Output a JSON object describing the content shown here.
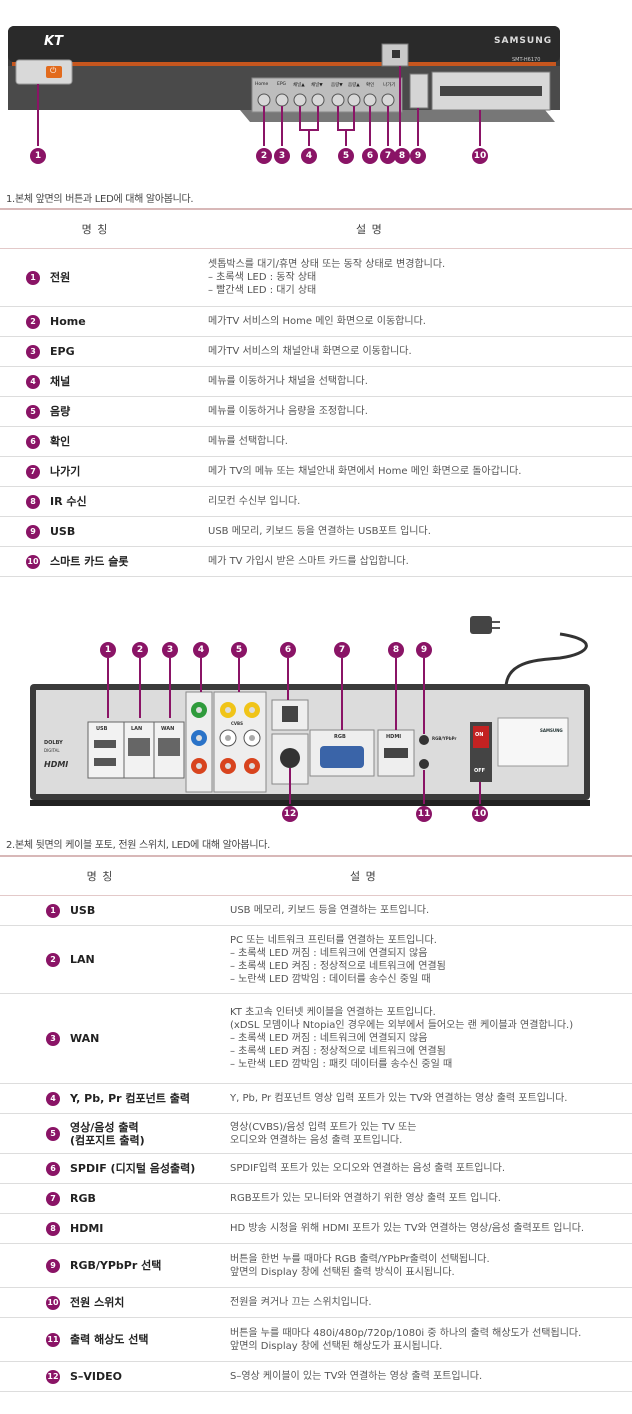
{
  "front": {
    "brand_left": "KT",
    "brand_right": "SAMSUNG",
    "model": "SMT-H6170",
    "buttons": [
      "Home",
      "EPG",
      "채널▲",
      "채널▼",
      "음량▼",
      "음량▲",
      "확인",
      "나가기"
    ],
    "markers": [
      "1",
      "2",
      "3",
      "4",
      "5",
      "6",
      "7",
      "8",
      "9",
      "10"
    ],
    "caption": "1.본체 앞면의 버튼과 LED에 대해 알아봅니다.",
    "header": {
      "name": "명 칭",
      "desc": "설 명"
    },
    "rows": [
      {
        "num": "1",
        "name": "전원",
        "desc": [
          "셋톱박스를 대기/휴면 상태 또는 동작 상태로 변경합니다.",
          "– 초록색 LED : 동작 상태",
          "– 빨간색 LED : 대기 상태"
        ]
      },
      {
        "num": "2",
        "name": "Home",
        "desc": [
          "메가TV 서비스의 Home 메인 화면으로 이동합니다."
        ]
      },
      {
        "num": "3",
        "name": "EPG",
        "desc": [
          "메가TV 서비스의 채널안내 화면으로 이동합니다."
        ]
      },
      {
        "num": "4",
        "name": "채널",
        "desc": [
          "메뉴를 이동하거나 채널을 선택합니다."
        ]
      },
      {
        "num": "5",
        "name": "음량",
        "desc": [
          "메뉴를 이동하거나 음량을 조정합니다."
        ]
      },
      {
        "num": "6",
        "name": "확인",
        "desc": [
          "메뉴를 선택합니다."
        ]
      },
      {
        "num": "7",
        "name": "나가기",
        "desc": [
          "메가 TV의 메뉴 또는 채널안내 화면에서 Home 메인 화면으로 돌아갑니다."
        ]
      },
      {
        "num": "8",
        "name": "IR 수신",
        "desc": [
          "리모컨 수신부 입니다."
        ]
      },
      {
        "num": "9",
        "name": "USB",
        "desc": [
          "USB 메모리, 키보드 등을 연결하는 USB포트 입니다."
        ]
      },
      {
        "num": "10",
        "name": "스마트 카드 슬롯",
        "desc": [
          "메가 TV 가입시 받은 스마트 카드를 삽입합니다."
        ]
      }
    ]
  },
  "back": {
    "port_labels": {
      "usb": "USB",
      "lan": "LAN",
      "wan": "WAN",
      "cvbs": "CVBS",
      "rgb": "RGB",
      "hdmi": "HDMI",
      "rgb_ypbpr": "RGB/YPbPr",
      "on": "ON",
      "off": "OFF",
      "dolby": "DOLBY",
      "digital": "DIGITAL",
      "hdmi_logo": "HDMI",
      "samsung": "SAMSUNG"
    },
    "markers_top": [
      "1",
      "2",
      "3",
      "4",
      "5",
      "6",
      "7",
      "8",
      "9"
    ],
    "markers_bottom": [
      "12",
      "11",
      "10"
    ],
    "caption": "2.본체 뒷면의 케이블 포토, 전원 스위치, LED에 대해 알아봅니다.",
    "header": {
      "name": "명 칭",
      "desc": "설 명"
    },
    "rows": [
      {
        "num": "1",
        "name": "USB",
        "desc": [
          "USB 메모리, 키보드 등을 연결하는 포트입니다."
        ]
      },
      {
        "num": "2",
        "name": "LAN",
        "desc": [
          "PC 또는 네트워크 프린터를 연결하는 포트입니다.",
          "– 초록색 LED 꺼짐 : 네트워크에 연결되지 않음",
          "– 초록색 LED 켜짐 : 정상적으로 네트워크에 연결됨",
          "– 노란색 LED 깜박임 : 데이터를 송수신 중일 때"
        ]
      },
      {
        "num": "3",
        "name": "WAN",
        "desc": [
          "KT 초고속 인터넷 케이블을 연결하는 포트입니다.",
          "(xDSL 모뎀이나 Ntopia인 경우에는 외부에서 들어오는 랜 케이블과 연결합니다.)",
          "– 초록색 LED 꺼짐 : 네트워크에 연결되지 않음",
          "– 초록색 LED 켜짐 : 정상적으로 네트워크에 연결됨",
          "– 노란색 LED 깜박임 : 패킷 데이터를 송수신 중일 때"
        ]
      },
      {
        "num": "4",
        "name": "Y, Pb, Pr 컴포넌트 출력",
        "desc": [
          "Y, Pb, Pr 컴포넌트 영상 입력 포트가 있는 TV와 연결하는 영상 출력 포트입니다."
        ]
      },
      {
        "num": "5",
        "name": "영상/음성 출력\n(컴포지트 출력)",
        "desc": [
          "영상(CVBS)/음성 입력 포트가 있는 TV 또는",
          "오디오와 연결하는 음성 출력 포트입니다."
        ]
      },
      {
        "num": "6",
        "name": "SPDIF (디지털 음성출력)",
        "desc": [
          "SPDIF입력 포트가 있는 오디오와 연결하는 음성 출력 포트입니다."
        ]
      },
      {
        "num": "7",
        "name": "RGB",
        "desc": [
          "RGB포트가 있는 모니터와 연결하기 위한 영상 출력 포트 입니다."
        ]
      },
      {
        "num": "8",
        "name": "HDMI",
        "desc": [
          "HD 방송 시청을 위해 HDMI 포트가 있는 TV와 연결하는 영상/음성 출력포트 입니다."
        ]
      },
      {
        "num": "9",
        "name": "RGB/YPbPr 선택",
        "desc": [
          "버튼을 한번 누를 때마다 RGB 출력/YPbPr출력이 선택됩니다.",
          "앞면의 Display 창에 선택된 출력 방식이 표시됩니다."
        ]
      },
      {
        "num": "10",
        "name": "전원 스위치",
        "desc": [
          "전원을 켜거나 끄는 스위치입니다."
        ]
      },
      {
        "num": "11",
        "name": "출력 해상도 선택",
        "desc": [
          "버튼을 누를 때마다 480i/480p/720p/1080i 중 하나의 출력 해상도가 선택됩니다.",
          "앞면의 Display 창에 선택된 해상도가 표시됩니다."
        ]
      },
      {
        "num": "12",
        "name": "S–VIDEO",
        "desc": [
          "S–영상 케이블이 있는 TV와 연결하는 영상 출력 포트입니다."
        ]
      }
    ]
  }
}
